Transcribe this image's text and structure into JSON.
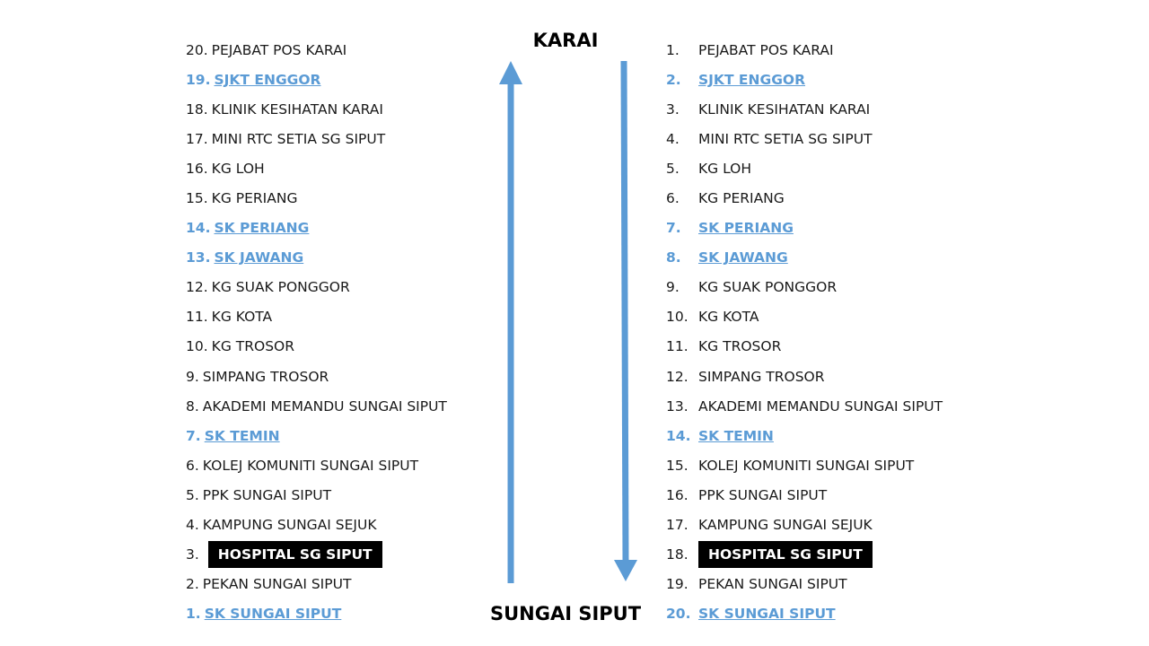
{
  "terminals": {
    "top": "KARAI",
    "bottom": "SUNGAI SIPUT"
  },
  "left_column": [
    {
      "num": "20.",
      "label": "PEJABAT POS KARAI",
      "type": "stop"
    },
    {
      "num": "19.",
      "label": "SJKT ENGGOR",
      "type": "school"
    },
    {
      "num": "18.",
      "label": "KLINIK KESIHATAN KARAI",
      "type": "stop"
    },
    {
      "num": "17.",
      "label": "MINI RTC SETIA SG SIPUT",
      "type": "stop"
    },
    {
      "num": "16.",
      "label": "KG LOH",
      "type": "stop"
    },
    {
      "num": "15.",
      "label": "KG PERIANG",
      "type": "stop"
    },
    {
      "num": "14.",
      "label": "SK PERIANG",
      "type": "school"
    },
    {
      "num": "13.",
      "label": "SK JAWANG",
      "type": "school"
    },
    {
      "num": "12.",
      "label": "KG SUAK PONGGOR",
      "type": "stop"
    },
    {
      "num": "11.",
      "label": "KG KOTA",
      "type": "stop"
    },
    {
      "num": "10.",
      "label": "KG TROSOR",
      "type": "stop"
    },
    {
      "num": "9.",
      "label": "SIMPANG TROSOR",
      "type": "stop"
    },
    {
      "num": "8.",
      "label": "AKADEMI MEMANDU SUNGAI SIPUT",
      "type": "stop"
    },
    {
      "num": "7.",
      "label": "SK TEMIN",
      "type": "school"
    },
    {
      "num": "6.",
      "label": "KOLEJ KOMUNITI SUNGAI SIPUT",
      "type": "stop"
    },
    {
      "num": "5.",
      "label": "PPK SUNGAI SIPUT",
      "type": "stop"
    },
    {
      "num": "4.",
      "label": "KAMPUNG SUNGAI SEJUK",
      "type": "stop"
    },
    {
      "num": "3.",
      "label": "HOSPITAL SG SIPUT",
      "type": "hospital"
    },
    {
      "num": "2.",
      "label": "PEKAN SUNGAI SIPUT",
      "type": "stop"
    },
    {
      "num": "1.",
      "label": "SK SUNGAI SIPUT",
      "type": "school"
    }
  ],
  "right_column": [
    {
      "num": "1.",
      "label": "PEJABAT POS KARAI",
      "type": "stop"
    },
    {
      "num": "2.",
      "label": "SJKT ENGGOR",
      "type": "school"
    },
    {
      "num": "3.",
      "label": "KLINIK KESIHATAN KARAI",
      "type": "stop"
    },
    {
      "num": "4.",
      "label": "MINI RTC SETIA SG SIPUT",
      "type": "stop"
    },
    {
      "num": "5.",
      "label": "KG LOH",
      "type": "stop"
    },
    {
      "num": "6.",
      "label": "KG PERIANG",
      "type": "stop"
    },
    {
      "num": "7.",
      "label": "SK PERIANG",
      "type": "school"
    },
    {
      "num": "8.",
      "label": "SK JAWANG",
      "type": "school"
    },
    {
      "num": "9.",
      "label": "KG SUAK PONGGOR",
      "type": "stop"
    },
    {
      "num": "10.",
      "label": "KG KOTA",
      "type": "stop"
    },
    {
      "num": "11.",
      "label": "KG TROSOR",
      "type": "stop"
    },
    {
      "num": "12.",
      "label": "SIMPANG TROSOR",
      "type": "stop"
    },
    {
      "num": "13.",
      "label": "AKADEMI MEMANDU SUNGAI SIPUT",
      "type": "stop"
    },
    {
      "num": "14.",
      "label": "SK TEMIN",
      "type": "school"
    },
    {
      "num": "15.",
      "label": "KOLEJ KOMUNITI SUNGAI SIPUT",
      "type": "stop"
    },
    {
      "num": "16.",
      "label": "PPK SUNGAI SIPUT",
      "type": "stop"
    },
    {
      "num": "17.",
      "label": "KAMPUNG SUNGAI SEJUK",
      "type": "stop"
    },
    {
      "num": "18.",
      "label": "HOSPITAL SG SIPUT",
      "type": "hospital"
    },
    {
      "num": "19.",
      "label": "PEKAN SUNGAI SIPUT",
      "type": "stop"
    },
    {
      "num": "20.",
      "label": "SK SUNGAI SIPUT",
      "type": "school"
    }
  ],
  "colors": {
    "arrow": "#5b9bd5",
    "school_text": "#5b9bd5",
    "hospital_bg": "#000000",
    "hospital_text": "#ffffff",
    "text": "#1a1a1a"
  },
  "arrows": [
    {
      "direction": "up",
      "from": "SUNGAI SIPUT",
      "to": "KARAI"
    },
    {
      "direction": "down",
      "from": "KARAI",
      "to": "SUNGAI SIPUT"
    }
  ]
}
